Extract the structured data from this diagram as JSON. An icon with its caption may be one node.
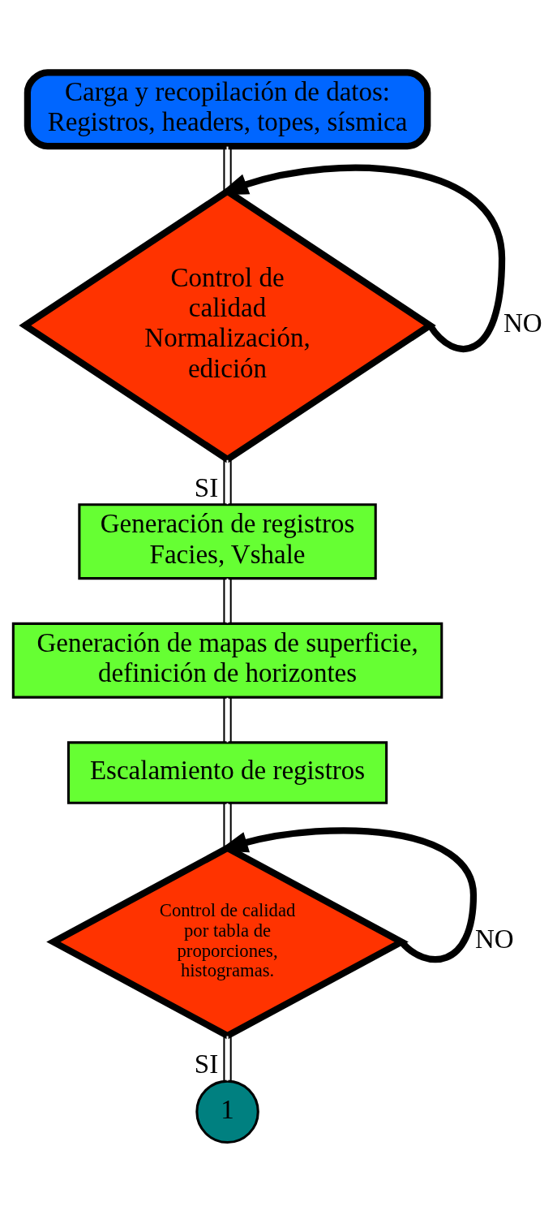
{
  "diagram": {
    "nodes": [
      {
        "text": [
          "Carga y recopilación de datos: Registros, headers, topes, sísmica"
        ]
      },
      {
        "text": [
          "Control de calidad Normalización, edición"
        ]
      },
      {
        "text": [
          "Generación de registros Facies, Vshale"
        ]
      },
      {
        "text": [
          "Generación de mapas de superficie, definición de horizontes"
        ]
      },
      {
        "text": [
          "Escalamiento de registros"
        ]
      },
      {
        "text": [
          "Control de calidad por tabla de proporciones, histogramas."
        ]
      },
      {
        "text": [
          "1"
        ]
      }
    ],
    "edges": [
      {
        "from": 0,
        "to": 1,
        "arrow": "none"
      },
      {
        "from": 1,
        "to": 1,
        "arrow": "to",
        "label": "NO",
        "style": "thick"
      },
      {
        "from": 1,
        "to": 2,
        "arrow": "none",
        "label": "SI"
      },
      {
        "from": 2,
        "to": 3,
        "arrow": "none"
      },
      {
        "from": 3,
        "to": 4,
        "arrow": "none"
      },
      {
        "from": 4,
        "to": 5,
        "arrow": "none"
      },
      {
        "from": 5,
        "to": 5,
        "arrow": "to",
        "label": "NO",
        "style": "thick"
      },
      {
        "from": 5,
        "to": 6,
        "arrow": "none",
        "label": "SI"
      }
    ]
  }
}
